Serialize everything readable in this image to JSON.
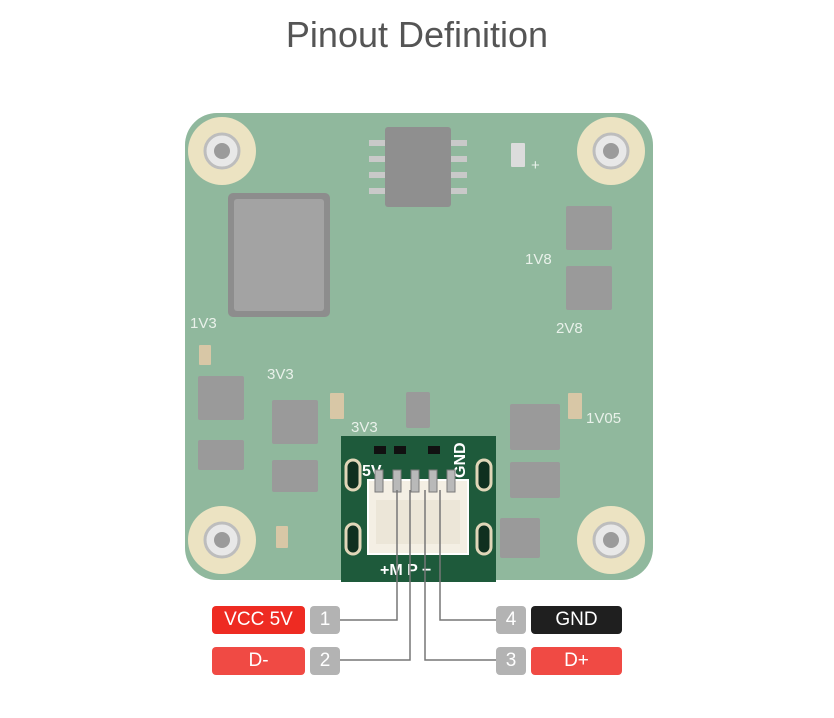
{
  "title": "Pinout Definition",
  "board": {
    "silkscreen": {
      "v1v8": "1V8",
      "v2v8": "2V8",
      "v1v3": "1V3",
      "v3v3a": "3V3",
      "v3v3b": "3V3",
      "v1v05": "1V05",
      "plus": "+",
      "connector_5v": "5V",
      "connector_gnd": "GND",
      "connector_bottom": "+M P −"
    }
  },
  "pins": [
    {
      "number": "1",
      "label": "VCC 5V",
      "color": "#ee2b22"
    },
    {
      "number": "2",
      "label": "D-",
      "color": "#f04a44"
    },
    {
      "number": "3",
      "label": "D+",
      "color": "#f04a44"
    },
    {
      "number": "4",
      "label": "GND",
      "color": "#1f1f1f"
    }
  ],
  "colors": {
    "pcb": "#8fb79c",
    "connector_board": "#1f5a3c",
    "leader_line": "#777777"
  }
}
